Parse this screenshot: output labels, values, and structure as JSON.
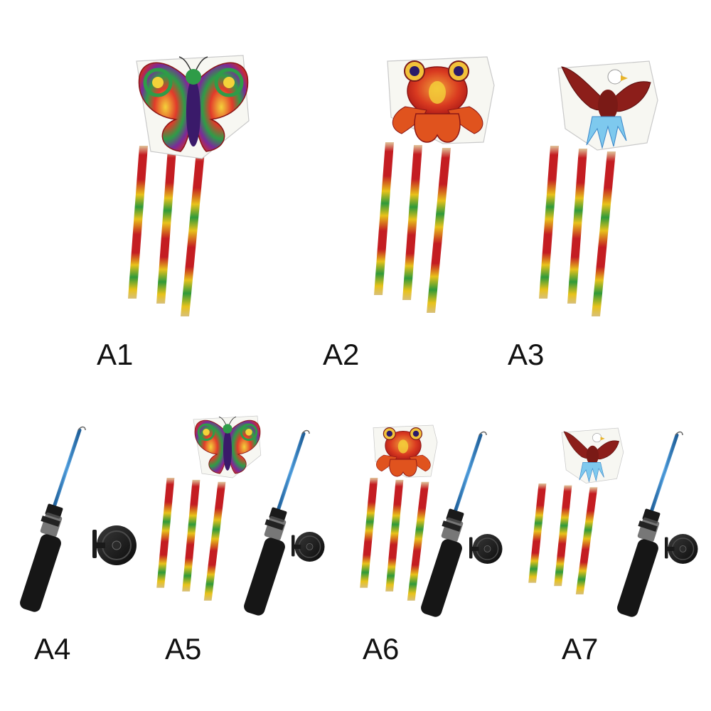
{
  "labels": {
    "a1": "A1",
    "a2": "A2",
    "a3": "A3",
    "a4": "A4",
    "a5": "A5",
    "a6": "A6",
    "a7": "A7"
  },
  "colors": {
    "background": "#ffffff",
    "tail_red": "#c41d22",
    "tail_yellow": "#e8c21a",
    "tail_green": "#2f9a3a",
    "rod_blue": "#3a86c8",
    "handle_black": "#1a1a1a"
  },
  "icons": {
    "butterfly": "butterfly-kite-icon",
    "goldfish": "goldfish-kite-icon",
    "eagle": "eagle-kite-icon",
    "rod": "fishing-rod-icon",
    "reel": "kite-reel-icon"
  }
}
